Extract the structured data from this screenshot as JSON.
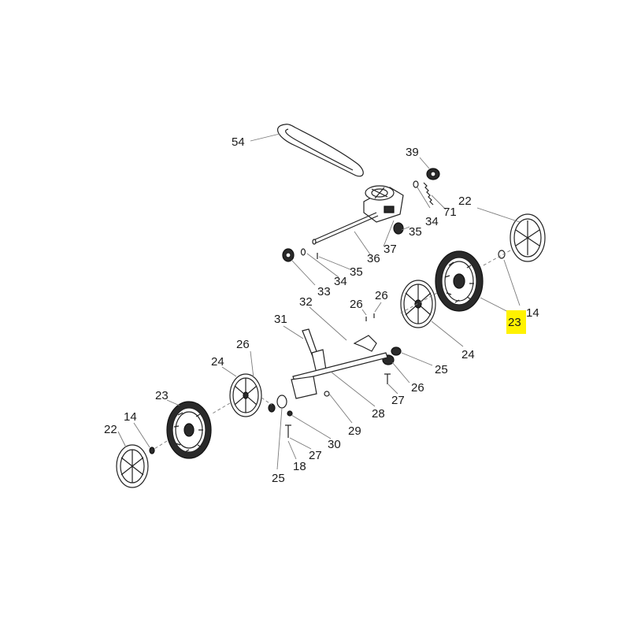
{
  "diagram": {
    "highlight_color": "#fff200",
    "highlighted_label": "23",
    "labels": {
      "belt": "54",
      "nut_top": "39",
      "washer_top": "34",
      "pin_top": "71",
      "wheel_cap_right": "22",
      "spring_top": "35",
      "axle": "36",
      "gearbox_bolt": "37",
      "nut_left": "33",
      "washer_left": "34",
      "pin_left": "35",
      "wheel_right": "14",
      "tire_right_highlight": "23",
      "lever": "32",
      "screw_a": "26",
      "screw_b": "26",
      "hub_right": "24",
      "handle": "31",
      "screw_left": "26",
      "bushing_right": "25",
      "hub_left": "24",
      "screw_right2": "26",
      "bolt_right": "27",
      "bracket": "28",
      "tire_left": "23",
      "washer_left2": "14",
      "cap_left": "22",
      "spring_low": "29",
      "clip": "30",
      "bolt_low": "27",
      "pin_low": "18",
      "bushing_left": "25"
    }
  }
}
